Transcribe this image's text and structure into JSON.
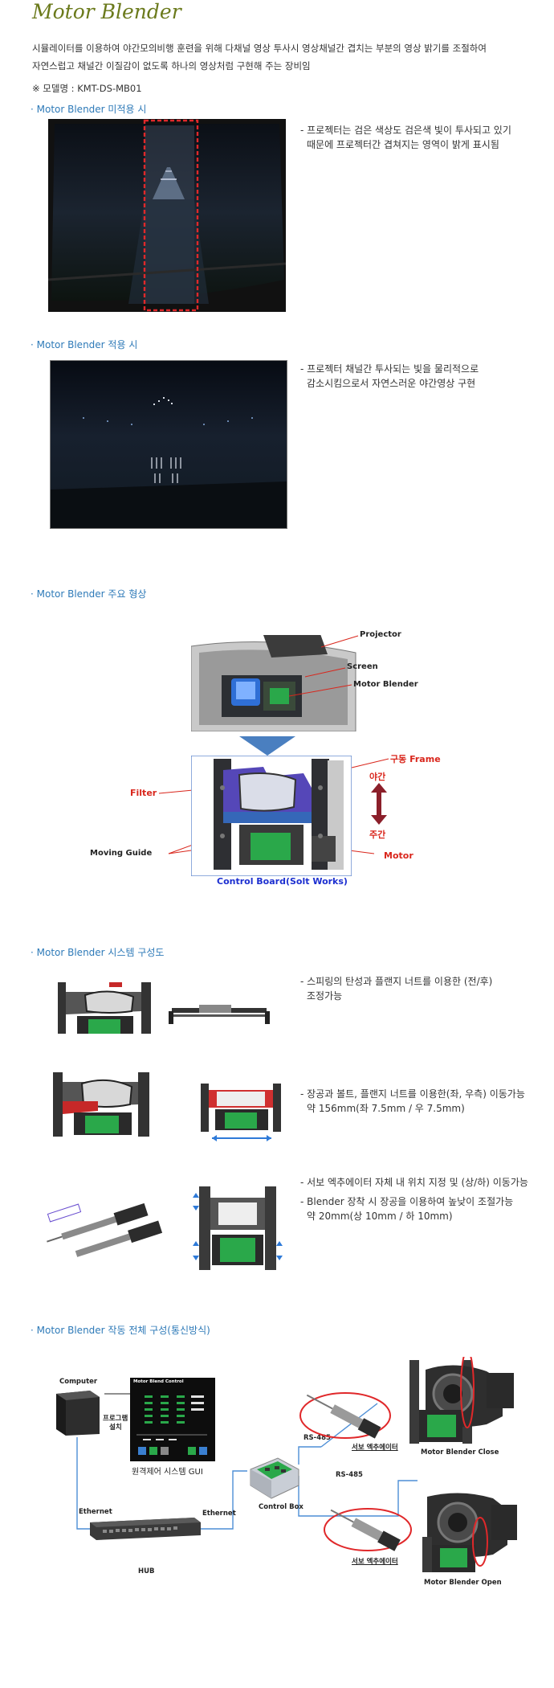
{
  "title": "Motor Blender",
  "intro": {
    "line1": "시뮬레이터를 이용하여 야간모의비행 훈련을 위해 다채널 영상 투사시 영상채널간 겹치는 부분의 영상 밝기를 조절하여",
    "line2": "자연스럽고 채널간 이질감이 없도록 하나의 영상처럼 구현해 주는 장비임",
    "model": "※ 모델명 : KMT-DS-MB01"
  },
  "section1": {
    "heading": "· Motor Blender 미적용 시",
    "note_line1": "- 프로젝터는 검은 색상도 검은색 빛이 투사되고 있기",
    "note_line2": "때문에 프로젝터간 겹쳐지는 영역이 밝게 표시됨"
  },
  "section2": {
    "heading": "· Motor Blender 적용 시",
    "note_line1": "- 프로젝터 채널간 투사되는 빛을 물리적으로",
    "note_line2": "감소시킴으로서 자연스러운 야간영상 구현"
  },
  "section3": {
    "heading": "· Motor Blender 주요 형상",
    "labels": {
      "projector": "Projector",
      "screen": "Screen",
      "motor_blender": "Motor  Blender",
      "filter": "Filter",
      "frame": "구동 Frame",
      "night": "야간",
      "day": "주간",
      "moving_guide": "Moving Guide",
      "motor": "Motor",
      "control_board": "Control Board(Solt Works)"
    }
  },
  "section4": {
    "heading": "· Motor Blender 시스템 구성도",
    "row1_line1": "- 스피링의 탄성과 플랜지 너트를 이용한 (전/후)",
    "row1_line2": "조정가능",
    "row2_line1": "- 장공과 볼트, 플랜지 너트를 이용한(좌, 우측) 이동가능",
    "row2_line2": "약 156mm(좌 7.5mm / 우 7.5mm)",
    "row3_line1": "- 서보 엑추에이터 자체 내 위치 지정 및 (상/하) 이동가능",
    "row3_line2": "- Blender 장착 시 장공을 이용하여 높낮이 조절가능",
    "row3_line3": "약 20mm(상 10mm / 하 10mm)"
  },
  "section5": {
    "heading": "· Motor Blender 작동 전체 구성(통신방식)",
    "labels": {
      "computer": "Computer",
      "program_install_1": "프로그램",
      "program_install_2": "설치",
      "gui": "원격제어 시스템 GUI",
      "gui_title": "Motor Blend Control",
      "ethernet_left": "Ethernet",
      "ethernet_mid": "Ethernet",
      "hub": "HUB",
      "control_box": "Control Box",
      "rs485_top": "RS-485",
      "rs485_mid": "RS-485",
      "servo_top": "서보 엑추에이터",
      "servo_bottom": "서보 엑추에이터",
      "close": "Motor  Blender Close",
      "open": "Motor  Blender Open"
    }
  }
}
